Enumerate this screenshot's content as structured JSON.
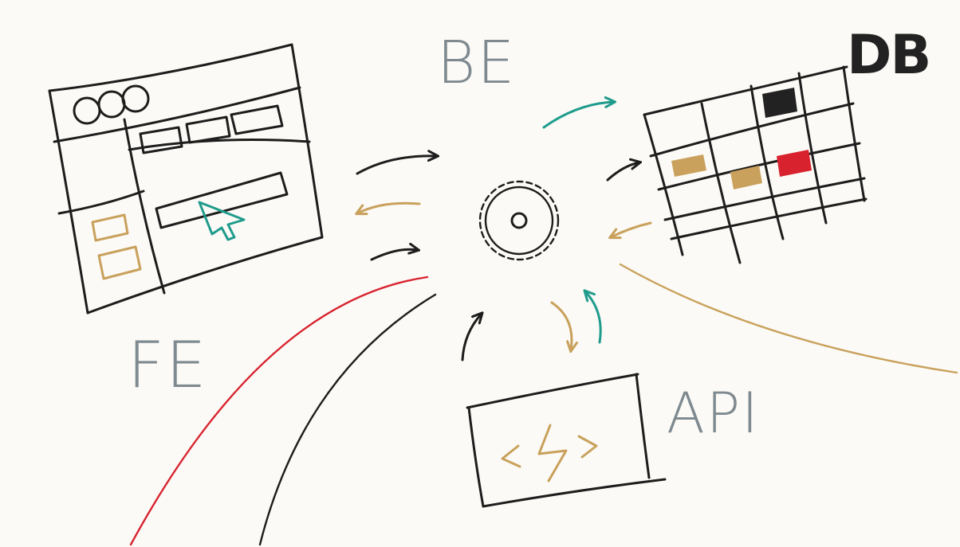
{
  "labels": {
    "be": "BE",
    "db": "DB",
    "fe": "FE",
    "api": "API"
  },
  "colors": {
    "background": "#fbfaf6",
    "ink": "#1d1d1d",
    "label_gray": "#7f8a90",
    "gold": "#c9a15c",
    "teal": "#1f9b8c",
    "red": "#d8232f",
    "db_dark_cell": "#222222"
  },
  "icons": {
    "center": "gear-icon",
    "api": "lightning-code-icon",
    "cursor": "cursor-icon"
  }
}
